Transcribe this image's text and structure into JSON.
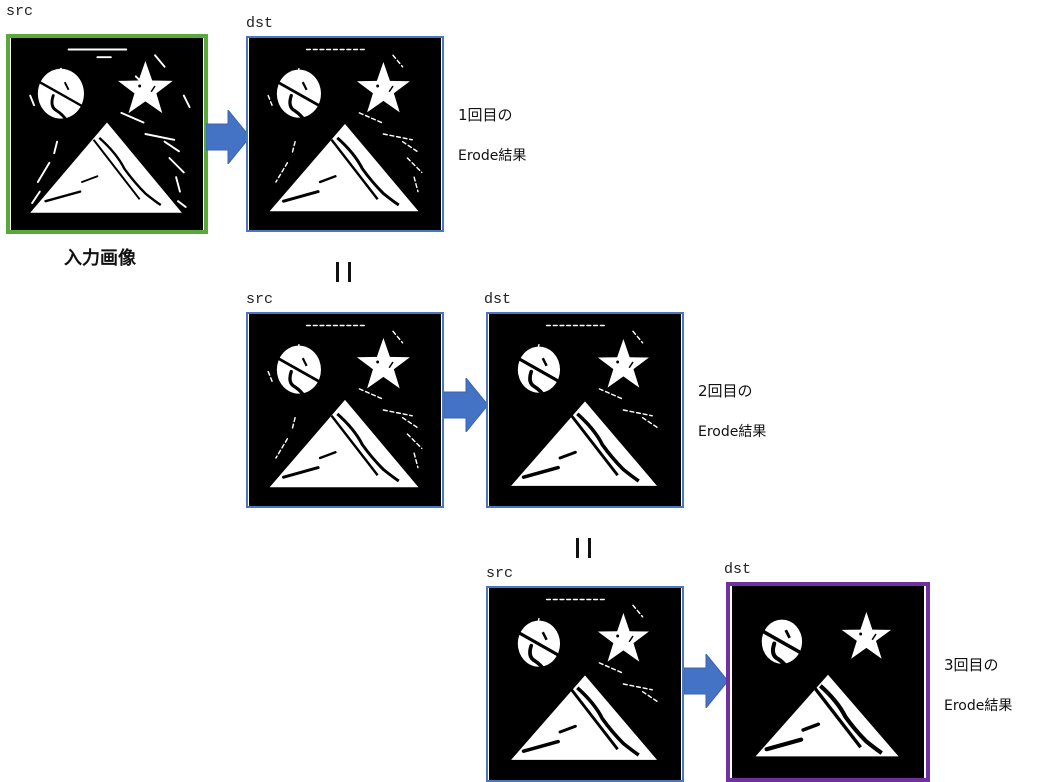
{
  "row1": {
    "src_label": "src",
    "dst_label": "dst",
    "input_caption": "入力画像",
    "result_line1": "1回目の",
    "result_line2": "Erode結果"
  },
  "row2": {
    "src_label": "src",
    "dst_label": "dst",
    "result_line1": "2回目の",
    "result_line2": "Erode結果"
  },
  "row3": {
    "src_label": "src",
    "dst_label": "dst",
    "result_line1": "3回目の",
    "result_line2": "Erode結果"
  },
  "colors": {
    "input_border": "#5aa83a",
    "step_border": "#4a78c0",
    "final_border": "#7030a0",
    "arrow": "#4472c4"
  }
}
